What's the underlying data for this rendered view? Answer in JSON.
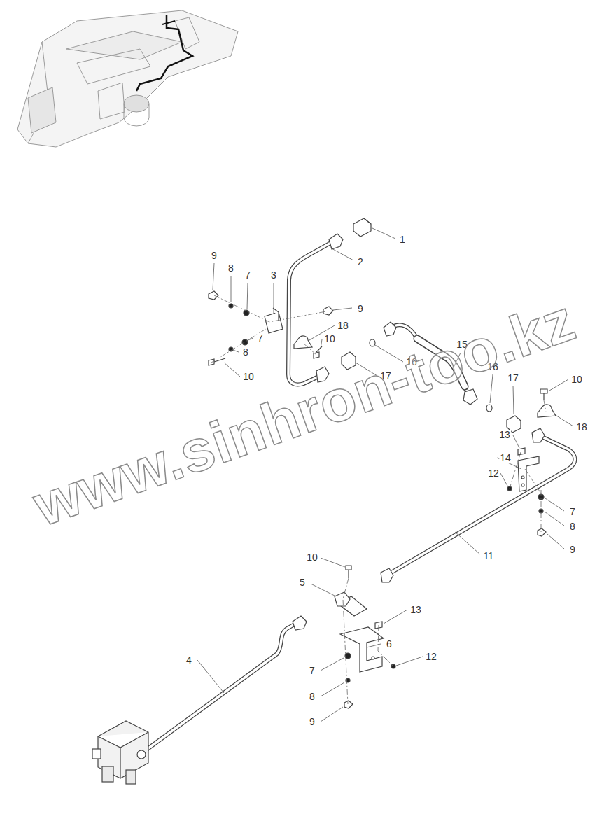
{
  "diagram": {
    "labels": [
      "1",
      "2",
      "9",
      "8",
      "7",
      "3",
      "9",
      "18",
      "10",
      "7",
      "8",
      "10",
      "15",
      "16",
      "17",
      "16",
      "17",
      "10",
      "18",
      "13",
      "14",
      "12",
      "7",
      "8",
      "9",
      "11",
      "10",
      "5",
      "13",
      "6",
      "12",
      "4",
      "7",
      "8",
      "9",
      "www.sinhron-too.kz"
    ]
  }
}
